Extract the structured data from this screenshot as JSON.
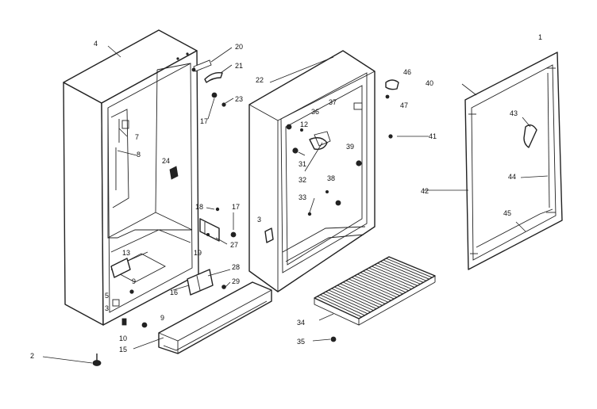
{
  "labels": {
    "l1": "1",
    "l2": "2",
    "l3a": "3",
    "l3b": "3",
    "l4": "4",
    "l5": "5",
    "l7": "7",
    "l8": "8",
    "l9a": "9",
    "l9b": "9",
    "l10": "10",
    "l12": "12",
    "l13": "13",
    "l15": "15",
    "l16": "16",
    "l17a": "17",
    "l17b": "17",
    "l18": "18",
    "l19": "19",
    "l20": "20",
    "l21": "21",
    "l22": "22",
    "l23": "23",
    "l24": "24",
    "l27": "27",
    "l28": "28",
    "l29": "29",
    "l31": "31",
    "l32": "32",
    "l33": "33",
    "l34": "34",
    "l35": "35",
    "l36": "36",
    "l37": "37",
    "l38": "38",
    "l39": "39",
    "l40": "40",
    "l41": "41",
    "l42": "42",
    "l43": "43",
    "l44": "44",
    "l45": "45",
    "l46": "46",
    "l47": "47"
  }
}
